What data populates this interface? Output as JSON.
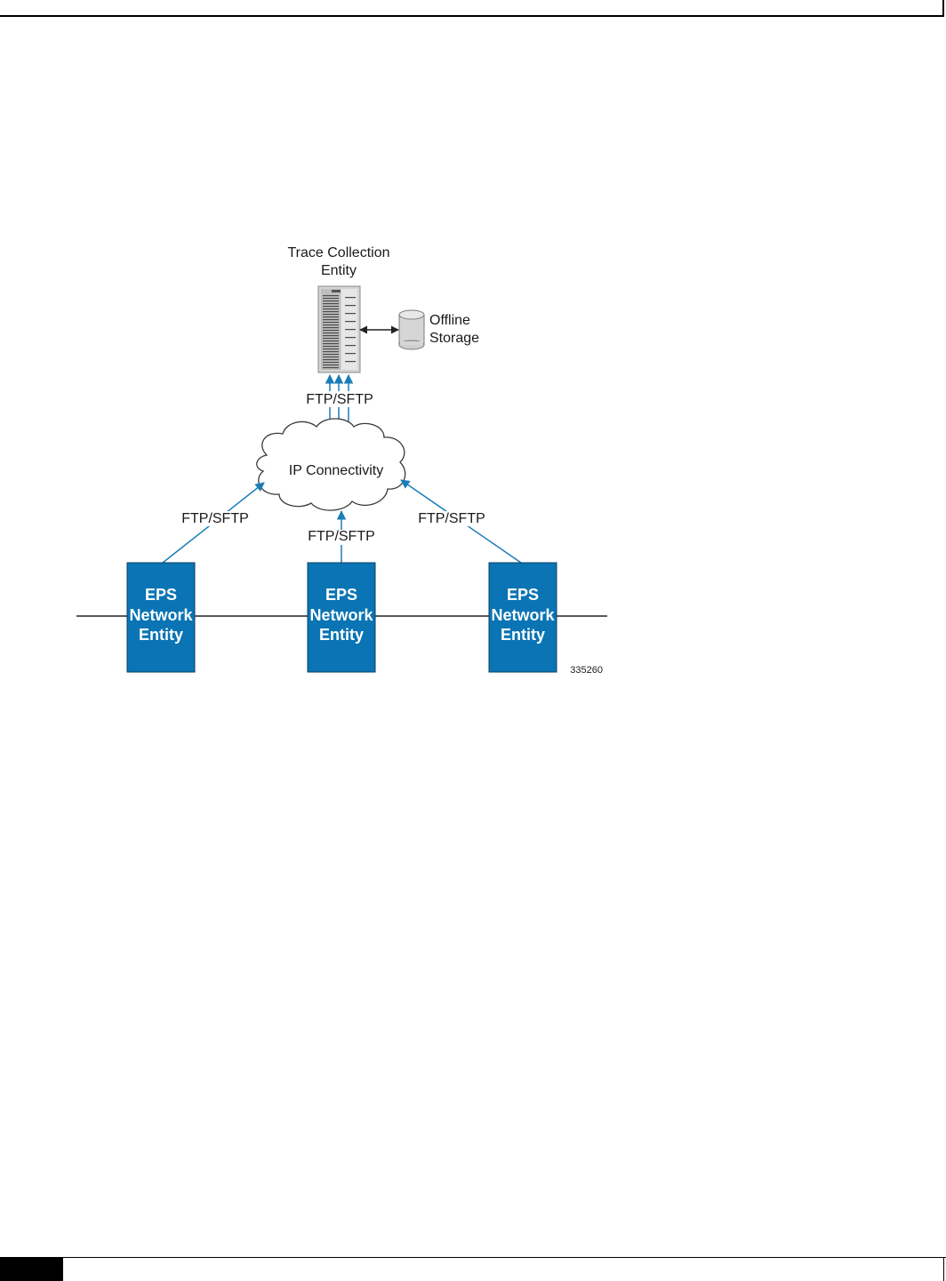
{
  "diagram": {
    "trace_collection_entity": [
      "Trace Collection",
      "Entity"
    ],
    "offline_storage": [
      "Offline",
      "Storage"
    ],
    "cloud_label": "IP Connectivity",
    "link_label_top": "FTP/SFTP",
    "link_label_left": "FTP/SFTP",
    "link_label_center": "FTP/SFTP",
    "link_label_right": "FTP/SFTP",
    "entities": [
      [
        "EPS",
        "Network",
        "Entity"
      ],
      [
        "EPS",
        "Network",
        "Entity"
      ],
      [
        "EPS",
        "Network",
        "Entity"
      ]
    ],
    "figure_id": "335260",
    "colors": {
      "entity_box": "#0a74b4",
      "arrow_blue": "#1a7db8",
      "server_gray": "#cfcfcf",
      "storage_gray": "#d6d6d6"
    }
  }
}
